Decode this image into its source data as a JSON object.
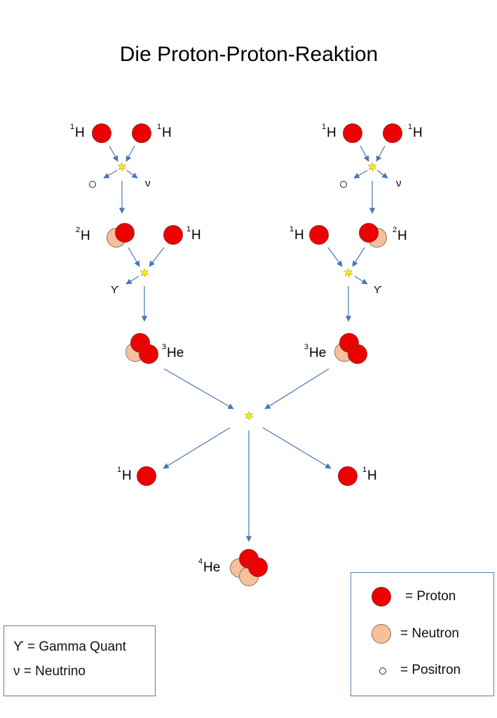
{
  "title": "Die Proton-Proton-Reaktion",
  "colors": {
    "proton": "#ee0000",
    "proton_stroke": "#8a3030",
    "neutron": "#f5c09a",
    "neutron_stroke": "#8a7060",
    "arrow": "#4a76b8",
    "flash": "#ffee00",
    "legend_border": "#5b7fa8"
  },
  "symbols": {
    "gamma": "ϒ",
    "neutrino": "ν"
  },
  "labels": {
    "h_mass": "1",
    "h": "H",
    "d_mass": "2",
    "d": "H",
    "he3_mass": "3",
    "he3": "He",
    "he4_mass": "4",
    "he4": "He"
  },
  "legend_particles": {
    "proton": "= Proton",
    "neutron": "= Neutron",
    "positron": "= Positron"
  },
  "legend_symbols": {
    "gamma": "ϒ = Gamma Quant",
    "neutrino": "ν = Neutrino"
  }
}
